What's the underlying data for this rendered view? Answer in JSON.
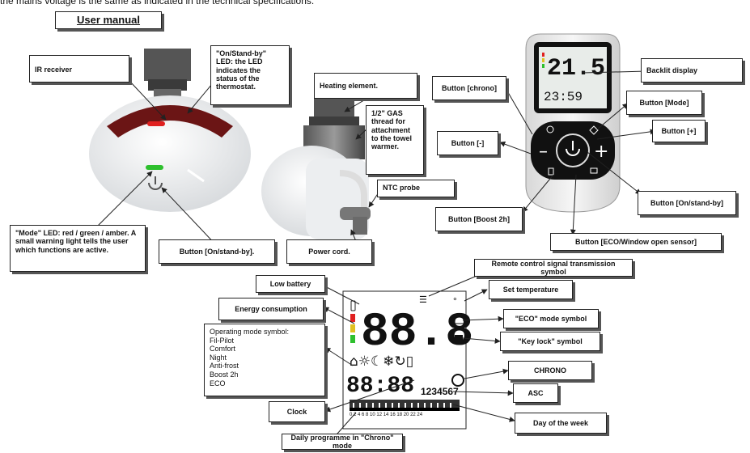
{
  "intro_line": "the mains voltage is the same as indicated in the technical specifications.",
  "title": "User manual",
  "labels": {
    "ir_receiver": "IR receiver",
    "led_onstandby": "\"On/Stand-by\" LED: the LED indicates the status of the thermostat.",
    "heating_element": "Heating element.",
    "gas_thread": "1/2\" GAS thread for attachment to the towel warmer.",
    "ntc_probe": "NTC probe",
    "mode_led": "\"Mode\" LED: red / green / amber. A small warning light tells the user which functions are active.",
    "button_onstandby_heater": "Button [On/stand-by].",
    "power_cord": "Power cord.",
    "backlit_display": "Backlit display",
    "button_chrono": "Button [chrono]",
    "button_mode": "Button [Mode]",
    "button_minus": "Button [-]",
    "button_plus": "Button [+]",
    "button_onstandby_remote": "Button [On/stand-by]",
    "button_boost": "Button [Boost 2h]",
    "button_eco": "Button [ECO/Window open sensor]",
    "remote_signal": "Remote control signal transmission symbol",
    "low_battery": "Low battery",
    "set_temperature": "Set temperature",
    "energy_consumption": "Energy consumption",
    "eco_symbol": "\"ECO\" mode symbol",
    "key_lock": "\"Key lock\" symbol",
    "chrono": "CHRONO",
    "asc": "ASC",
    "clock": "Clock",
    "day_of_week": "Day of the week",
    "daily_programme": "Daily programme in \"Chrono\" mode"
  },
  "operating_modes": {
    "heading": "Operating mode symbol:",
    "items": [
      "Fil-Pilot",
      "Comfort",
      "Night",
      "Anti-frost",
      "Boost 2h",
      "ECO"
    ]
  },
  "remote_display": {
    "temp": "21.5",
    "time": "23:59"
  },
  "lcd": {
    "temp": "88.8",
    "time": "88:88",
    "days": "1234567"
  },
  "colors": {
    "dark_red": "#6b1515",
    "led_red": "#e02020",
    "led_green": "#2ec02e",
    "arrow": "#8b0000"
  }
}
